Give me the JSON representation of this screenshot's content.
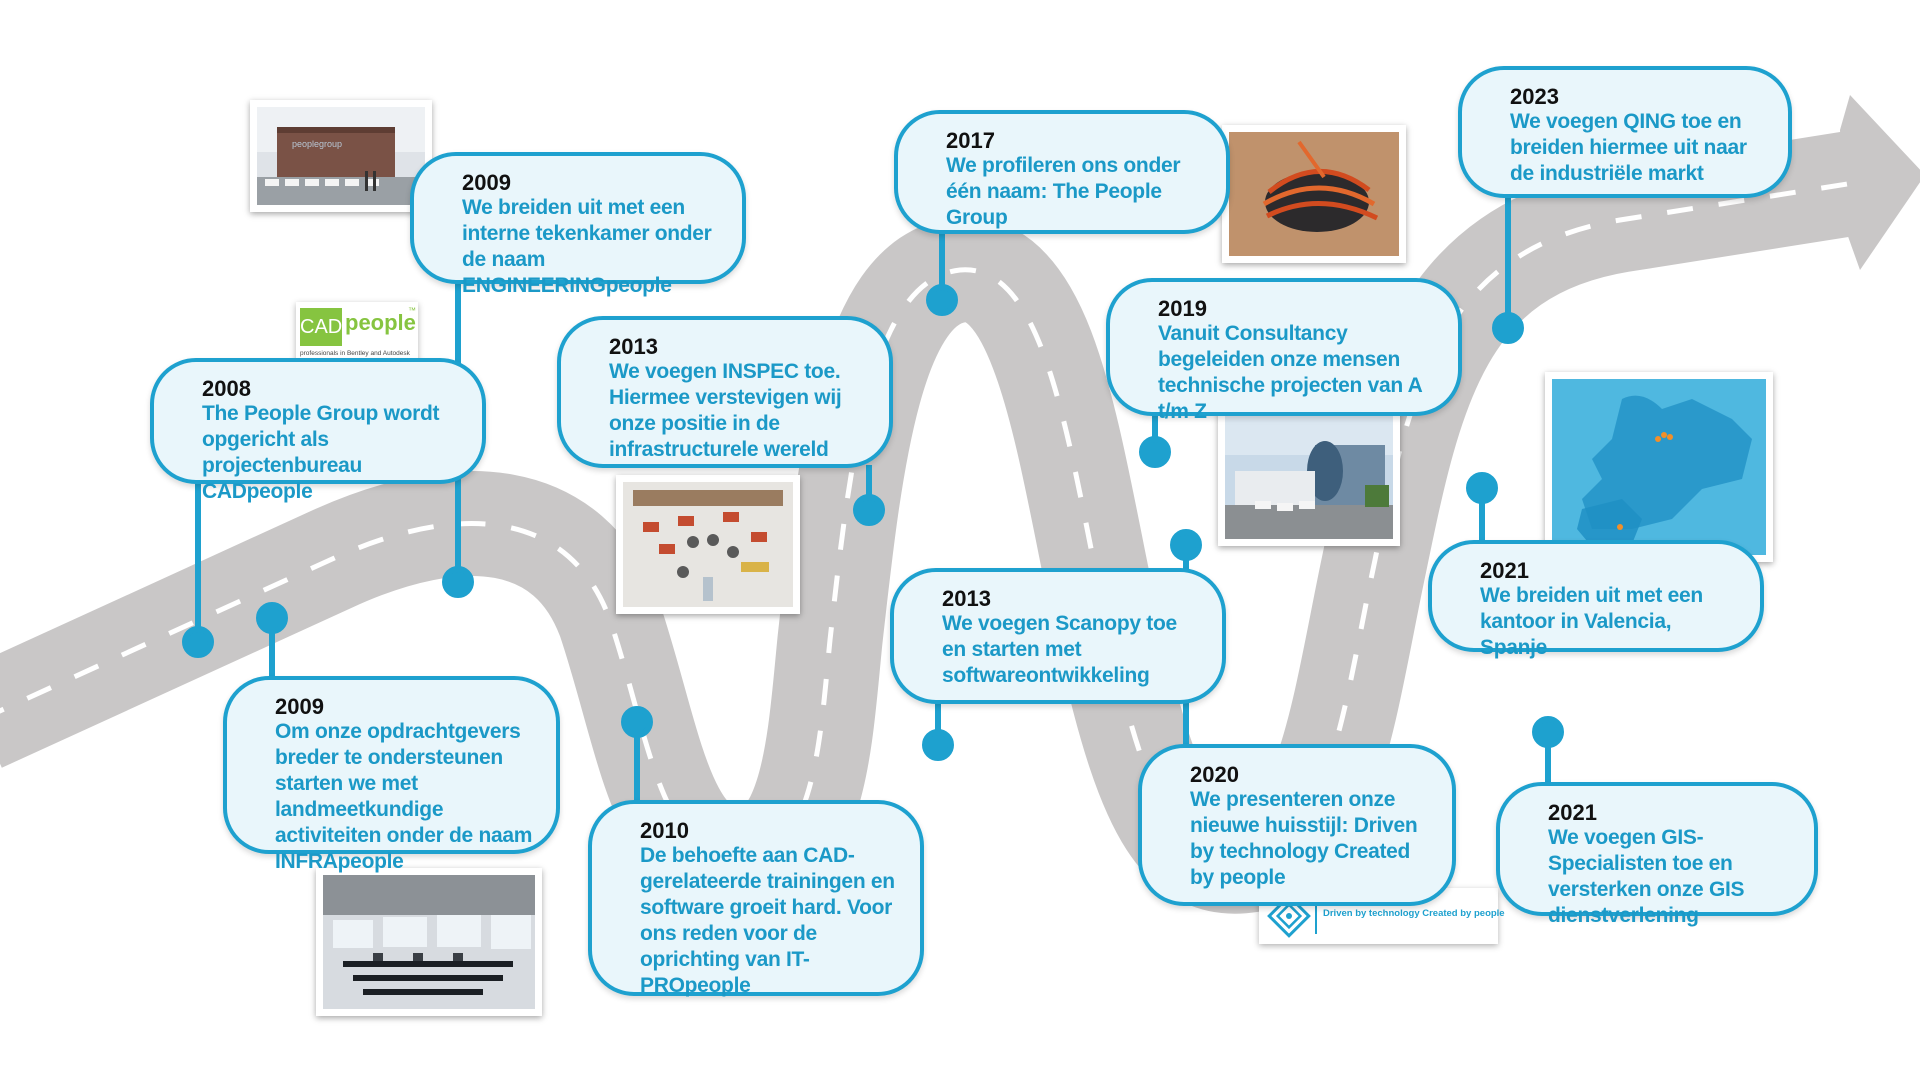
{
  "milestones": [
    {
      "year": "2008",
      "text": "The People Group wordt opgericht als projectenbureau CADpeople"
    },
    {
      "year": "2009",
      "text": "We breiden uit met een interne tekenkamer onder de naam ENGINEERINGpeople"
    },
    {
      "year": "2009",
      "text": "Om onze opdrachtgevers breder te ondersteunen starten we met landmeetkundige activiteiten onder de naam INFRApeople"
    },
    {
      "year": "2013",
      "text": "We voegen INSPEC toe. Hiermee verstevigen wij onze positie in de infrastructurele wereld"
    },
    {
      "year": "2010",
      "text": "De behoefte aan CAD-gerelateerde trainingen en software groeit hard. Voor ons reden voor de oprichting van IT-PROpeople"
    },
    {
      "year": "2017",
      "text": "We profileren ons onder één naam: The People Group"
    },
    {
      "year": "2013",
      "text": "We voegen Scanopy toe en starten met softwareontwikkeling"
    },
    {
      "year": "2019",
      "text": "Vanuit Consultancy begeleiden onze mensen technische projecten van A t/m Z"
    },
    {
      "year": "2020",
      "text": "We presenteren onze nieuwe huisstijl: Driven by technology Created by people"
    },
    {
      "year": "2023",
      "text": "We voegen QING toe en breiden hiermee uit naar de industriële markt"
    },
    {
      "year": "2021",
      "text": "We breiden uit met een kantoor in Valencia, Spanje"
    },
    {
      "year": "2021",
      "text": "We voegen GIS-Specialisten toe en versterken onze GIS dienstverlening"
    }
  ],
  "logos": {
    "cad_main": "CAD",
    "cad_people": "people",
    "cad_tm": "™",
    "cad_tagline": "professionals in Bentley and Autodesk",
    "building_sign": "peoplegroup",
    "slogan": "Driven by technology Created by people"
  },
  "colors": {
    "road": "#c9c7c7",
    "accent": "#1ea1cf",
    "card_bg": "#e9f6fb",
    "cad_green": "#86c440"
  }
}
